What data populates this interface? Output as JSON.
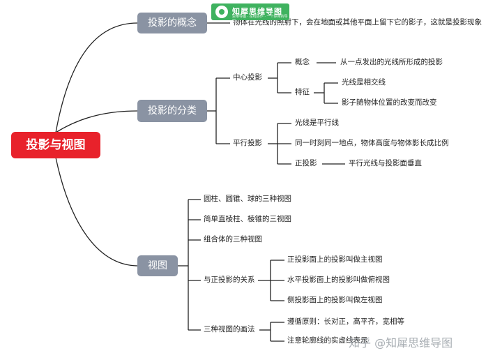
{
  "root": {
    "label": "投影与视图"
  },
  "badge": {
    "brand": "知犀思维导图",
    "tagline": "思维导图 · 在线协作 · 一个好用的导图"
  },
  "watermark": {
    "text": "知乎 @知犀思维导图"
  },
  "branches": {
    "concept": {
      "label": "投影的概念",
      "definition": "物体在光线的照射下，会在地面或其他平面上留下它的影子，这就是投影现象"
    },
    "classification": {
      "label": "投影的分类",
      "central": {
        "label": "中心投影",
        "concept_label": "概念",
        "concept_text": "从一点发出的光线所形成的投影",
        "feature_label": "特征",
        "features": [
          "光线是相交线",
          "影子随物体位置的改变而改变"
        ]
      },
      "parallel": {
        "label": "平行投影",
        "items": [
          "光线是平行线",
          "同一时刻同一地点，物体高度与物体影长成比例"
        ],
        "orthographic_label": "正投影",
        "orthographic_text": "平行光线与投影面垂直"
      }
    },
    "views": {
      "label": "视图",
      "items": [
        "圆柱、圆锥、球的三种视图",
        "简单直棱柱、棱锥的三视图",
        "组合体的三种视图"
      ],
      "relation": {
        "label": "与正投影的关系",
        "items": [
          "正投影面上的投影叫做主视图",
          "水平投影面上的投影叫做俯视图",
          "侧投影面上的投影叫做左视图"
        ]
      },
      "drawing": {
        "label": "三种视图的画法",
        "items": [
          "遵循原则：长对正，高平齐，宽相等",
          "注意轮廓线的实虚线表示"
        ]
      }
    }
  }
}
